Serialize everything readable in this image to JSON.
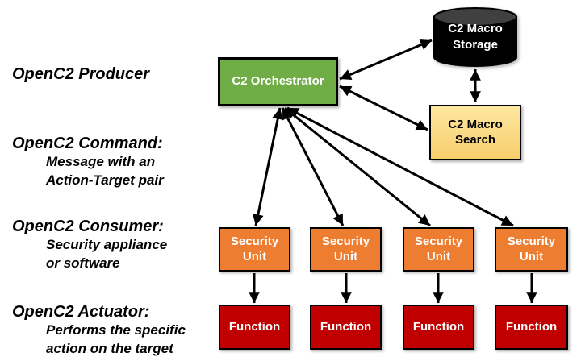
{
  "colors": {
    "background": "#FFFFFF",
    "orchestrator_fill": "#70AD47",
    "storage_body_fill": "#000000",
    "storage_top_fill": "#404040",
    "search_fill": "#FBD77A",
    "search_fill_top": "#FEE7A0",
    "security_unit_fill": "#ED7D31",
    "function_fill": "#C00000",
    "box_border": "#000000",
    "arrow": "#000000",
    "annotation_text": "#000000",
    "box_text_light": "#FFFFFF",
    "search_text": "#000000"
  },
  "annotations": [
    {
      "heading": "OpenC2 Producer",
      "lines": []
    },
    {
      "heading": "OpenC2 Command:",
      "lines": [
        "Message with an",
        "Action-Target pair"
      ]
    },
    {
      "heading": "OpenC2 Consumer:",
      "lines": [
        "Security appliance",
        "or software"
      ]
    },
    {
      "heading": "OpenC2 Actuator:",
      "lines": [
        "Performs the specific",
        "action on the target"
      ]
    }
  ],
  "nodes": {
    "orchestrator": {
      "label": "C2 Orchestrator"
    },
    "storage": {
      "label": "C2 Macro Storage"
    },
    "search": {
      "label": "C2 Macro Search"
    },
    "security_units": [
      {
        "label": "Security Unit"
      },
      {
        "label": "Security Unit"
      },
      {
        "label": "Security Unit"
      },
      {
        "label": "Security Unit"
      }
    ],
    "functions": [
      {
        "label": "Function"
      },
      {
        "label": "Function"
      },
      {
        "label": "Function"
      },
      {
        "label": "Function"
      }
    ]
  }
}
